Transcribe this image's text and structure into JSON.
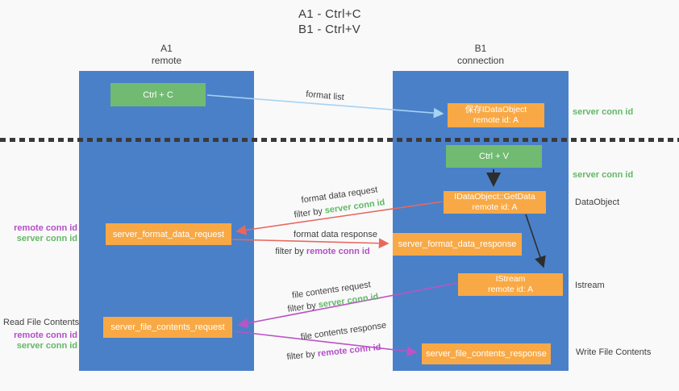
{
  "title": {
    "line1": "A1 - Ctrl+C",
    "line2": "B1 - Ctrl+V"
  },
  "columns": {
    "left": {
      "name": "A1",
      "role": "remote"
    },
    "right": {
      "name": "B1",
      "role": "connection"
    }
  },
  "boxes": {
    "ctrl_c": "Ctrl + C",
    "ctrl_v": "Ctrl + V",
    "save_dataobject": {
      "line1": "保存IDataObject",
      "line2": "remote id: A"
    },
    "getdata": {
      "line1": "IDataObject::GetData",
      "line2": "remote id: A"
    },
    "istream": {
      "line1": "IStream",
      "line2": "remote id: A"
    },
    "format_request": "server_format_data_request",
    "format_response": "server_format_data_response",
    "file_request": "server_file_contents_request",
    "file_response": "server_file_contents_response"
  },
  "flow_labels": {
    "format_list": "format list",
    "format_data_request": "format data request",
    "format_data_response": "format data response",
    "file_contents_request": "file contents request",
    "file_contents_response": "file contents response",
    "filter_by": "filter by ",
    "server_conn_id": "server conn id",
    "remote_conn_id": "remote conn id"
  },
  "side_labels": {
    "server_conn_id_top": "server conn id",
    "server_conn_id_mid": "server conn id",
    "dataobject": "DataObject",
    "istream": "Istream",
    "write_file_contents": "Write File Contents",
    "read_file_contents": "Read File Contents",
    "remote_conn_id": "remote conn id",
    "server_conn_id": "server conn id"
  },
  "colors": {
    "lifeline_blue": "#4a80c8",
    "box_green": "#71ba72",
    "box_orange": "#f8a945",
    "arrow_light_blue": "#a6d3f2",
    "arrow_red": "#e8685e",
    "arrow_magenta": "#bb54c5",
    "arrow_black": "#2d2d2d",
    "text_green": "#62b965",
    "text_purple": "#b44ec6",
    "text_dark": "#3f3f3f"
  }
}
